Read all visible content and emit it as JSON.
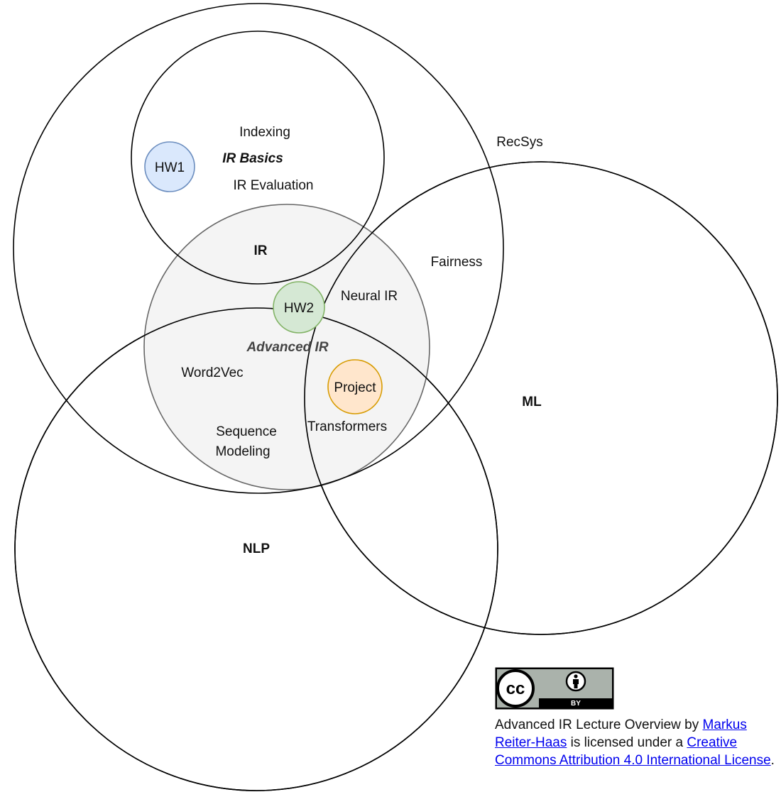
{
  "circles": {
    "recsys": {
      "label": "RecSys"
    },
    "ml": {
      "label": "ML"
    },
    "nlp": {
      "label": "NLP"
    },
    "ir": {
      "label": "IR"
    },
    "ir_basics": {
      "label": "IR Basics"
    },
    "advanced_ir": {
      "label": "Advanced IR"
    }
  },
  "topics": {
    "indexing": "Indexing",
    "ir_evaluation": "IR Evaluation",
    "fairness": "Fairness",
    "neural_ir": "Neural IR",
    "word2vec": "Word2Vec",
    "sequence_modeling": [
      "Sequence",
      "Modeling"
    ],
    "transformers": "Transformers"
  },
  "badges": {
    "hw1": {
      "label": "HW1",
      "fill": "#dae8fc",
      "stroke": "#6c8ebf"
    },
    "hw2": {
      "label": "HW2",
      "fill": "#d5e8d4",
      "stroke": "#82b366"
    },
    "project": {
      "label": "Project",
      "fill": "#ffe6cc",
      "stroke": "#d79b00"
    }
  },
  "colors": {
    "advanced_ir_fill": "#f2f2f2",
    "advanced_ir_stroke": "#666666",
    "outline": "#000000"
  },
  "license": {
    "badge": {
      "cc": "cc",
      "by": "BY"
    },
    "text_1": "Advanced IR Lecture Overview by ",
    "author_link": "Markus Reiter-Haas",
    "text_2": " is licensed under a ",
    "license_link": "Creative Commons Attribution 4.0 International License",
    "text_3": "."
  }
}
